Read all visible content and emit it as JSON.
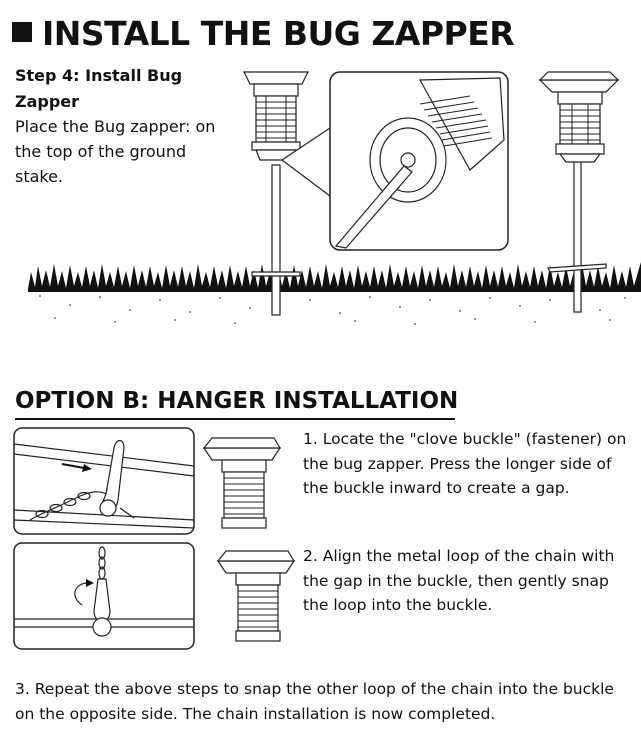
{
  "title": "INSTALL THE BUG ZAPPER",
  "step4": {
    "heading": "Step 4: Install Bug Zapper",
    "body": "Place the Bug zapper: on the top of the ground stake."
  },
  "option_b": {
    "title": "OPTION B: HANGER INSTALLATION",
    "steps": [
      "1. Locate the \"clove buckle\" (fastener) on the bug zapper. Press the longer side of the buckle inward to create a gap.",
      "2. Align the metal loop of the chain with the gap in the buckle, then gently snap the loop into the buckle.",
      "3. Repeat the above steps to snap the other loop of the chain into the buckle on the opposite side. The chain installation is now completed."
    ]
  }
}
